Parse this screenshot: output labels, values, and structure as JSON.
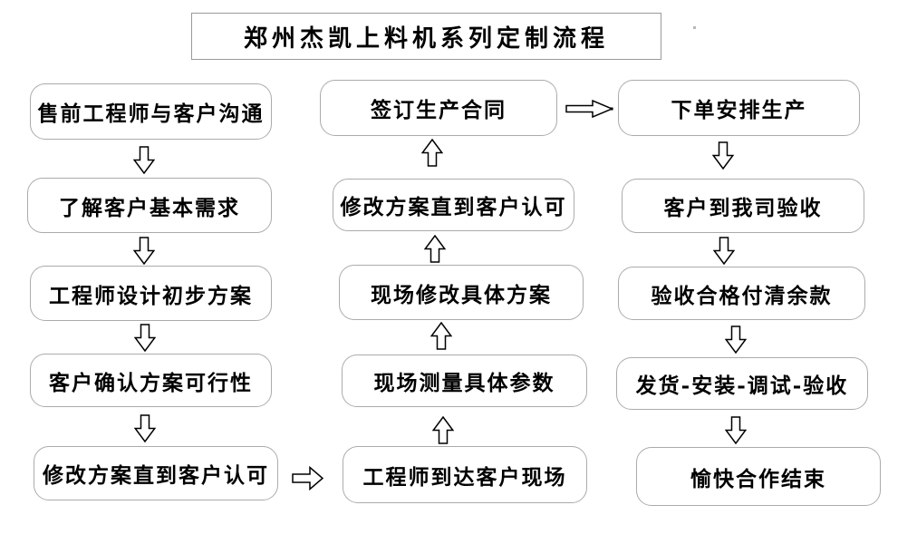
{
  "title": "郑州杰凯上料机系列定制流程",
  "columns": {
    "left": [
      "售前工程师与客户沟通",
      "了解客户基本需求",
      "工程师设计初步方案",
      "客户确认方案可行性",
      "修改方案直到客户认可"
    ],
    "middle": [
      "签订生产合同",
      "修改方案直到客户认可",
      "现场修改具体方案",
      "现场测量具体参数",
      "工程师到达客户现场"
    ],
    "right": [
      "下单安排生产",
      "客户到我司验收",
      "验收合格付清余款",
      "发货-安装-调试-验收",
      "愉快合作结束"
    ]
  },
  "flow_structure": {
    "left_column_flow": "top-to-bottom with down arrows",
    "middle_column_flow": "bottom-to-top with up arrows",
    "right_column_flow": "top-to-bottom with down arrows",
    "cross_links": [
      {
        "from": "修改方案直到客户认可 (left bottom)",
        "to": "工程师到达客户现场",
        "direction": "right"
      },
      {
        "from": "签订生产合同",
        "to": "下单安排生产",
        "direction": "right"
      }
    ]
  },
  "icons": {
    "down_arrow": "hollow-block-arrow-down",
    "up_arrow": "hollow-block-arrow-up",
    "right_arrow": "hollow-block-arrow-right"
  },
  "colors": {
    "background": "#ffffff",
    "box_border": "#ababab",
    "title_border": "#9a9a9a",
    "text": "#000000",
    "arrow_outline": "#000000",
    "arrow_fill": "#ffffff"
  }
}
